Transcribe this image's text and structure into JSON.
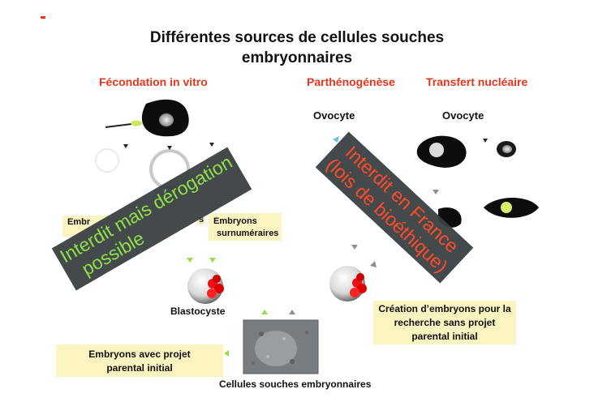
{
  "slide": {
    "title_line1": "Différentes sources de cellules souches",
    "title_line2": "embryonnaires"
  },
  "columns": {
    "fiv": "Fécondation in vitro",
    "partheno": "Parthénogénèse",
    "transfert": "Transfert nucléaire"
  },
  "labels": {
    "ovocyte_1": "Ovocyte",
    "ovocyte_2": "Ovocyte",
    "blastocyste": "Blastocyste",
    "cellules": "Cellules souches embryonnaires"
  },
  "boxes": {
    "embryons_left_partial": "Embr",
    "embryons_s_partial": "s",
    "surnumeraires_line1": "Embryons",
    "surnumeraires_line2": "surnuméraires",
    "projet_line1": "Embryons avec projet",
    "projet_line2": "parental initial",
    "creation_line1": "Création d’embryons pour la",
    "creation_line2": "recherche sans projet",
    "creation_line3": "parental initial"
  },
  "banners": {
    "derogation_line1": "Interdit mais dérogation",
    "derogation_line2": "possible",
    "france_line1": "Interdit en France",
    "france_line2": "(lois de bioéthique)"
  },
  "colors": {
    "accent_red": "#e8341c",
    "banner_bg": "#3a4042",
    "banner_text": "#8fe048",
    "note_bg": "#fbf4c0",
    "arrow_green": "#9ad84a",
    "arrow_gray": "#8a9098"
  }
}
